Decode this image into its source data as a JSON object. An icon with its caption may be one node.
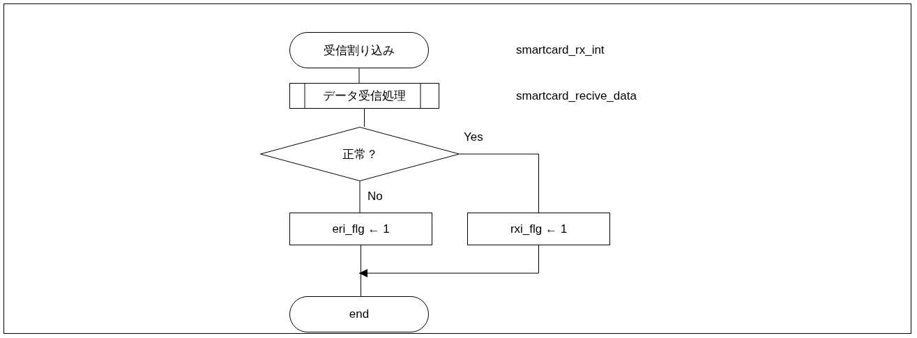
{
  "diagram": {
    "nodes": [
      {
        "text": [
          "受信割り込み"
        ]
      },
      {
        "text": [
          "データ受信処理"
        ]
      },
      {
        "text": [
          "正常？"
        ]
      },
      {
        "text": [
          "eri_flg ← 1"
        ]
      },
      {
        "text": [
          "rxi_flg ← 1"
        ]
      },
      {
        "text": [
          "end"
        ]
      }
    ],
    "edges": [
      {
        "from": 0,
        "to": 1,
        "arrow": "none"
      },
      {
        "from": 1,
        "to": 2,
        "arrow": "none"
      },
      {
        "from": 2,
        "to": 3,
        "arrow": "none",
        "label": "No"
      },
      {
        "from": 2,
        "to": 4,
        "arrow": "none",
        "label": "Yes"
      },
      {
        "from": 3,
        "to": 5,
        "arrow": "none"
      },
      {
        "from": 4,
        "to": 5,
        "arrow": "to"
      }
    ],
    "labels": [
      "smartcard_rx_int",
      "smartcard_recive_data"
    ]
  }
}
